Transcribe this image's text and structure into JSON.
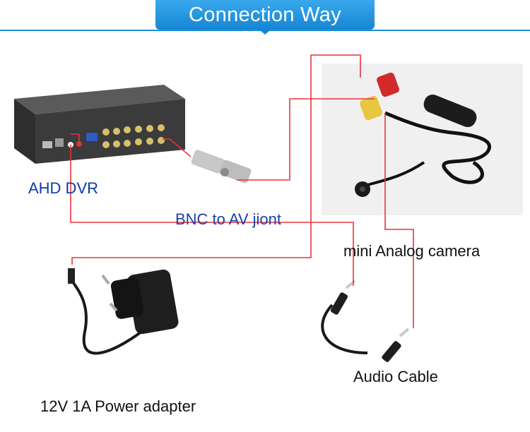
{
  "header": {
    "title": "Connection Way"
  },
  "labels": {
    "dvr": "AHD DVR",
    "bnc": "BNC to AV jiont",
    "camera": "mini Analog camera",
    "audio": "Audio Cable",
    "power": "12V 1A Power adapter"
  },
  "colors": {
    "accent": "#1686d3",
    "wire": "#e8343a",
    "label_blue": "#0d3ba8"
  }
}
